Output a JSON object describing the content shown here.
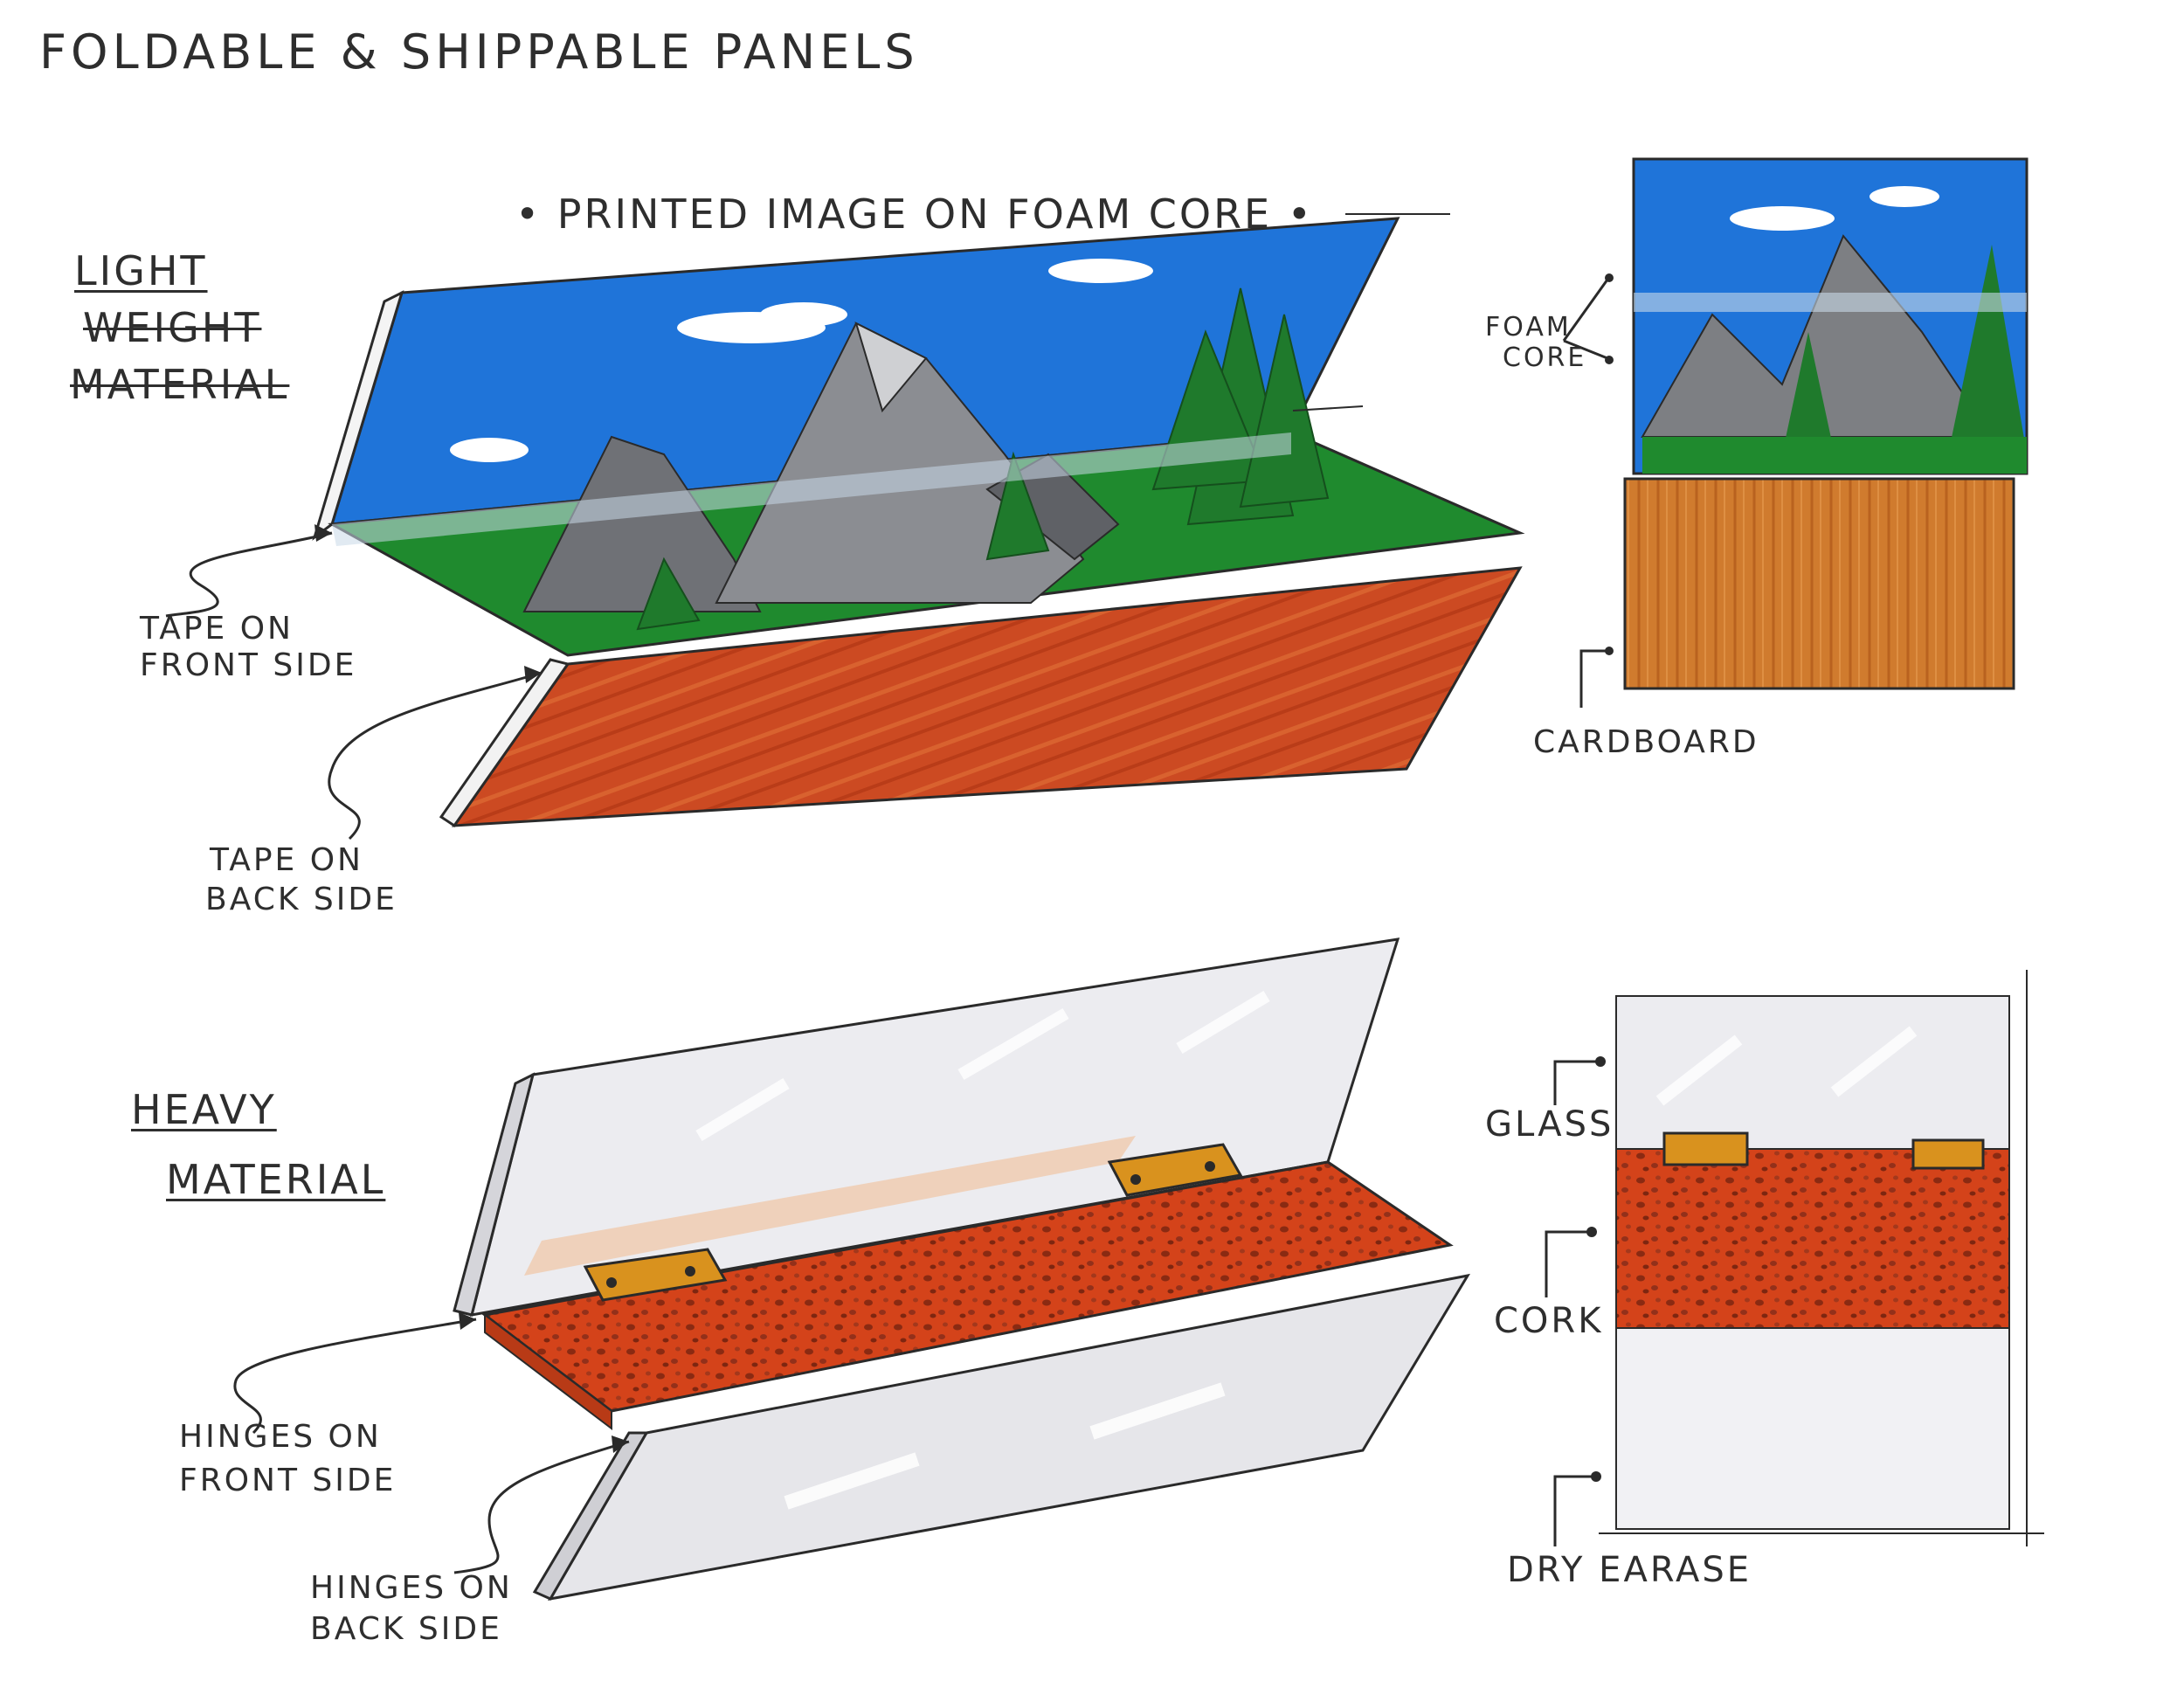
{
  "title": "Foldable & Shippable Panels",
  "top_section": {
    "subtitle": "• Printed image on foam core •",
    "material_label": [
      "Light",
      "Weight",
      "Material"
    ],
    "callouts": {
      "tape_front": [
        "Tape on",
        "Front side"
      ],
      "tape_back": [
        "Tape on",
        "Back side"
      ],
      "foam_core": [
        "Foam",
        "Core"
      ],
      "cardboard": "Cardboard"
    }
  },
  "bottom_section": {
    "material_label": [
      "Heavy",
      "Material"
    ],
    "callouts": {
      "hinges_front": [
        "Hinges on",
        "Front side"
      ],
      "hinges_back": [
        "Hinges on",
        "Back side"
      ],
      "glass": "Glass",
      "cork": "Cork",
      "dry_erase": "Dry earase"
    }
  },
  "colors": {
    "sky": "#1f74d9",
    "grass": "#1f8a2e",
    "mountain": "#7d7f83",
    "red_panel": "#cc4a22",
    "cardboard": "#cf7a2c",
    "cork": "#d4431a",
    "hinge": "#d9921e",
    "glass": "#e6e6ea",
    "outline": "#2a2a2a"
  }
}
